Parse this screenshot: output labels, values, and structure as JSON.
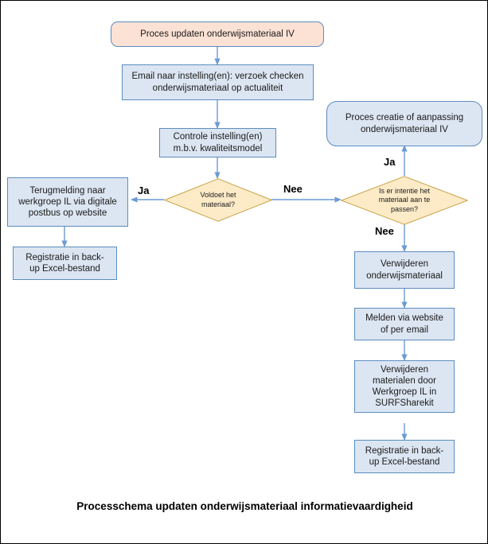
{
  "diagram": {
    "caption": "Processchema updaten onderwijsmateriaal informatievaardigheid",
    "colors": {
      "terminator_fill": "#fbe2d5",
      "process_fill": "#dce6f2",
      "decision_fill": "#fdebc8",
      "border_blue": "#5b8cc0",
      "decision_border": "#c8a44a",
      "connector": "#6b9bd2",
      "text": "#1a1a1a"
    },
    "nodes": [
      {
        "id": "start",
        "type": "terminator",
        "label": "Proces updaten onderwijsmateriaal IV"
      },
      {
        "id": "email",
        "type": "process",
        "label": "Email naar instelling(en): verzoek checken\nonderwijsmateriaal op actualiteit"
      },
      {
        "id": "controle",
        "type": "process",
        "label": "Controle instelling(en)\nm.b.v. kwaliteitsmodel"
      },
      {
        "id": "proces-creatie",
        "type": "terminator-blue",
        "label": "Proces creatie of aanpassing\nonderwijsmateriaal IV"
      },
      {
        "id": "voldoet",
        "type": "decision",
        "label": "Voldoet het\nmateriaal?"
      },
      {
        "id": "intentie",
        "type": "decision",
        "label": "Is er intentie het\nmateriaal aan te\npassen?"
      },
      {
        "id": "terugmelding",
        "type": "process",
        "label": "Terugmelding naar\nwerkgroep IL via digitale\npostbus op website"
      },
      {
        "id": "registratie-links",
        "type": "process",
        "label": "Registratie in back-\nup Excel-bestand"
      },
      {
        "id": "verwijderen",
        "type": "process",
        "label": "Verwijderen\nonderwijsmateriaal"
      },
      {
        "id": "melden",
        "type": "process",
        "label": "Melden via website\nof per email"
      },
      {
        "id": "verwijderen-surf",
        "type": "process",
        "label": "Verwijderen\nmaterialen door\nWerkgroep IL in\nSURFSharekit"
      },
      {
        "id": "registratie-rechts",
        "type": "process",
        "label": "Registratie in back-\nup Excel-bestand"
      }
    ],
    "edge_labels": {
      "ja_left": "Ja",
      "nee_middle": "Nee",
      "ja_right": "Ja",
      "nee_right": "Nee"
    }
  }
}
